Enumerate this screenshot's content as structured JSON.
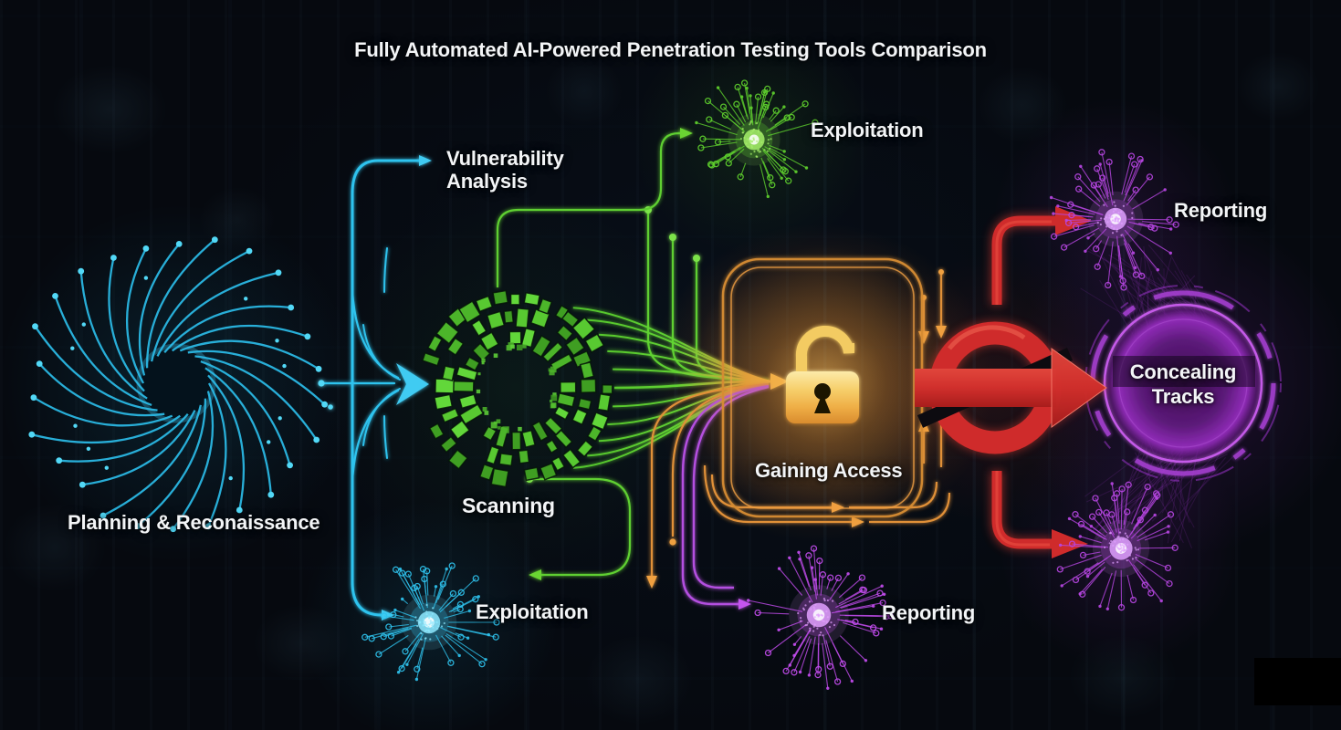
{
  "title": "Fully Automated AI-Powered Penetration Testing Tools Comparison",
  "labels": {
    "planning": "Planning & Reconaissance",
    "vulnerability_line1": "Vulnerability",
    "vulnerability_line2": "Analysis",
    "scanning": "Scanning",
    "exploitation_left": "Exploitation",
    "exploitation_top": "Exploitation",
    "gaining_access": "Gaining Access",
    "reporting_bottom": "Reporting",
    "reporting_top": "Reporting",
    "concealing_line1": "Concealing",
    "concealing_line2": "Tracks"
  },
  "icons": {
    "planning_node": "spiral-network-icon",
    "scanning_node": "mosaic-ring-icon",
    "exploitation_left_node": "particle-burst-icon",
    "exploitation_top_node": "particle-burst-icon",
    "gaining_access_node": "open-padlock-icon",
    "cycle_node": "red-cycle-arrows-icon",
    "reporting_top_node": "particle-burst-icon",
    "reporting_bottom_node": "particle-burst-icon",
    "concealing_node": "glowing-circle-icon"
  },
  "colors": {
    "background": "#06090f",
    "cyan": "#2fc3ee",
    "green": "#56c92e",
    "orange": "#e8923a",
    "amber": "#f2c45c",
    "red": "#cf2b2b",
    "purple": "#b746e2",
    "text": "#f3f5f7"
  }
}
